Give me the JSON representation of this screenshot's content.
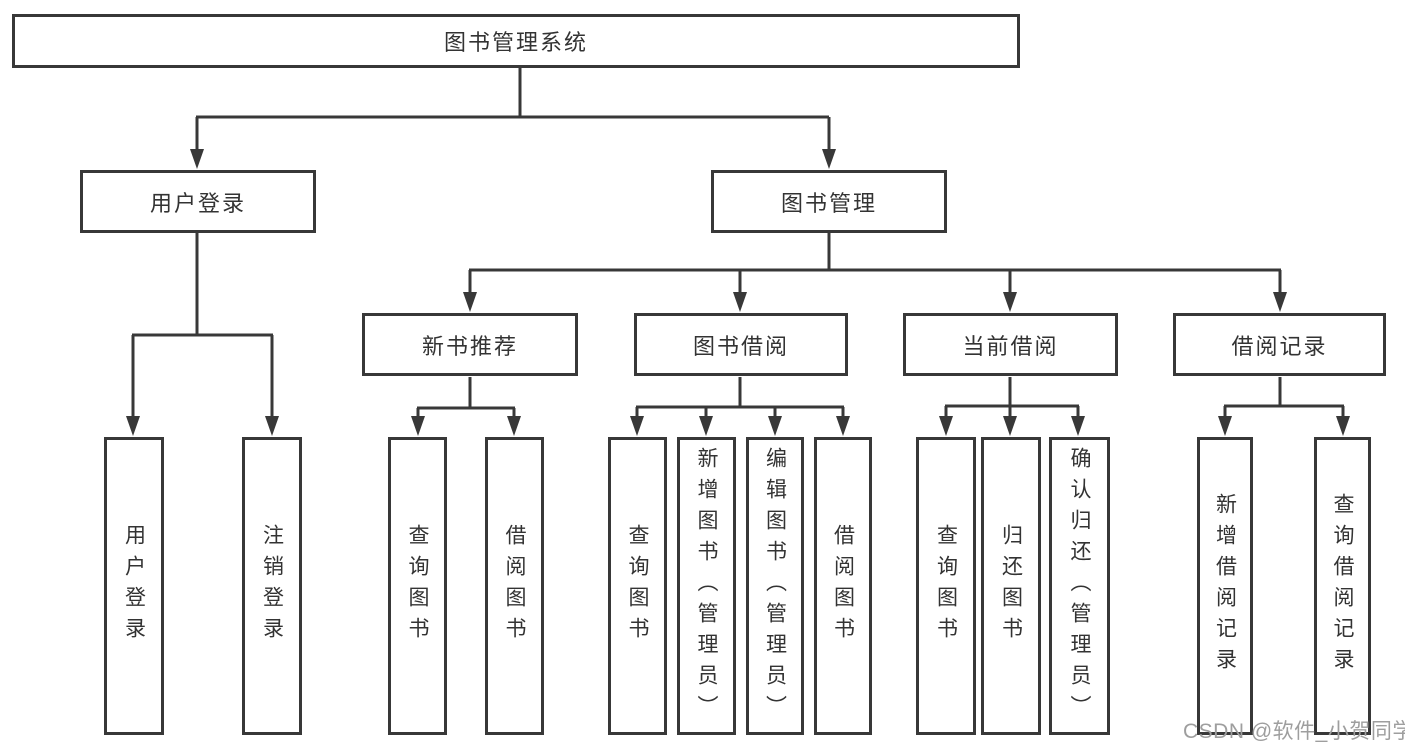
{
  "diagram_title": "图书管理系统",
  "nodes": {
    "root": "图书管理系统",
    "user_login": {
      "label": "用户登录",
      "children": [
        "用户登录",
        "注销登录"
      ]
    },
    "book_management": {
      "label": "图书管理",
      "children": [
        "新书推荐",
        "图书借阅",
        "当前借阅",
        "借阅记录"
      ]
    },
    "new_book_recommend": {
      "label": "新书推荐",
      "children": [
        "查询图书",
        "借阅图书"
      ]
    },
    "book_borrow": {
      "label": "图书借阅",
      "children": [
        "查询图书",
        "新增图书（管理员）",
        "编辑图书（管理员）",
        "借阅图书"
      ]
    },
    "current_borrow": {
      "label": "当前借阅",
      "children": [
        "查询图书",
        "归还图书",
        "确认归还（管理员）"
      ]
    },
    "borrow_records": {
      "label": "借阅记录",
      "children": [
        "新增借阅记录",
        "查询借阅记录"
      ]
    }
  },
  "watermark": {
    "text": "CSDN @软件_小贺同学"
  },
  "colors": {
    "line": "#383838",
    "box_border": "#383838",
    "text": "#333333",
    "watermark": "#9e9e9e",
    "background": "#ffffff"
  }
}
